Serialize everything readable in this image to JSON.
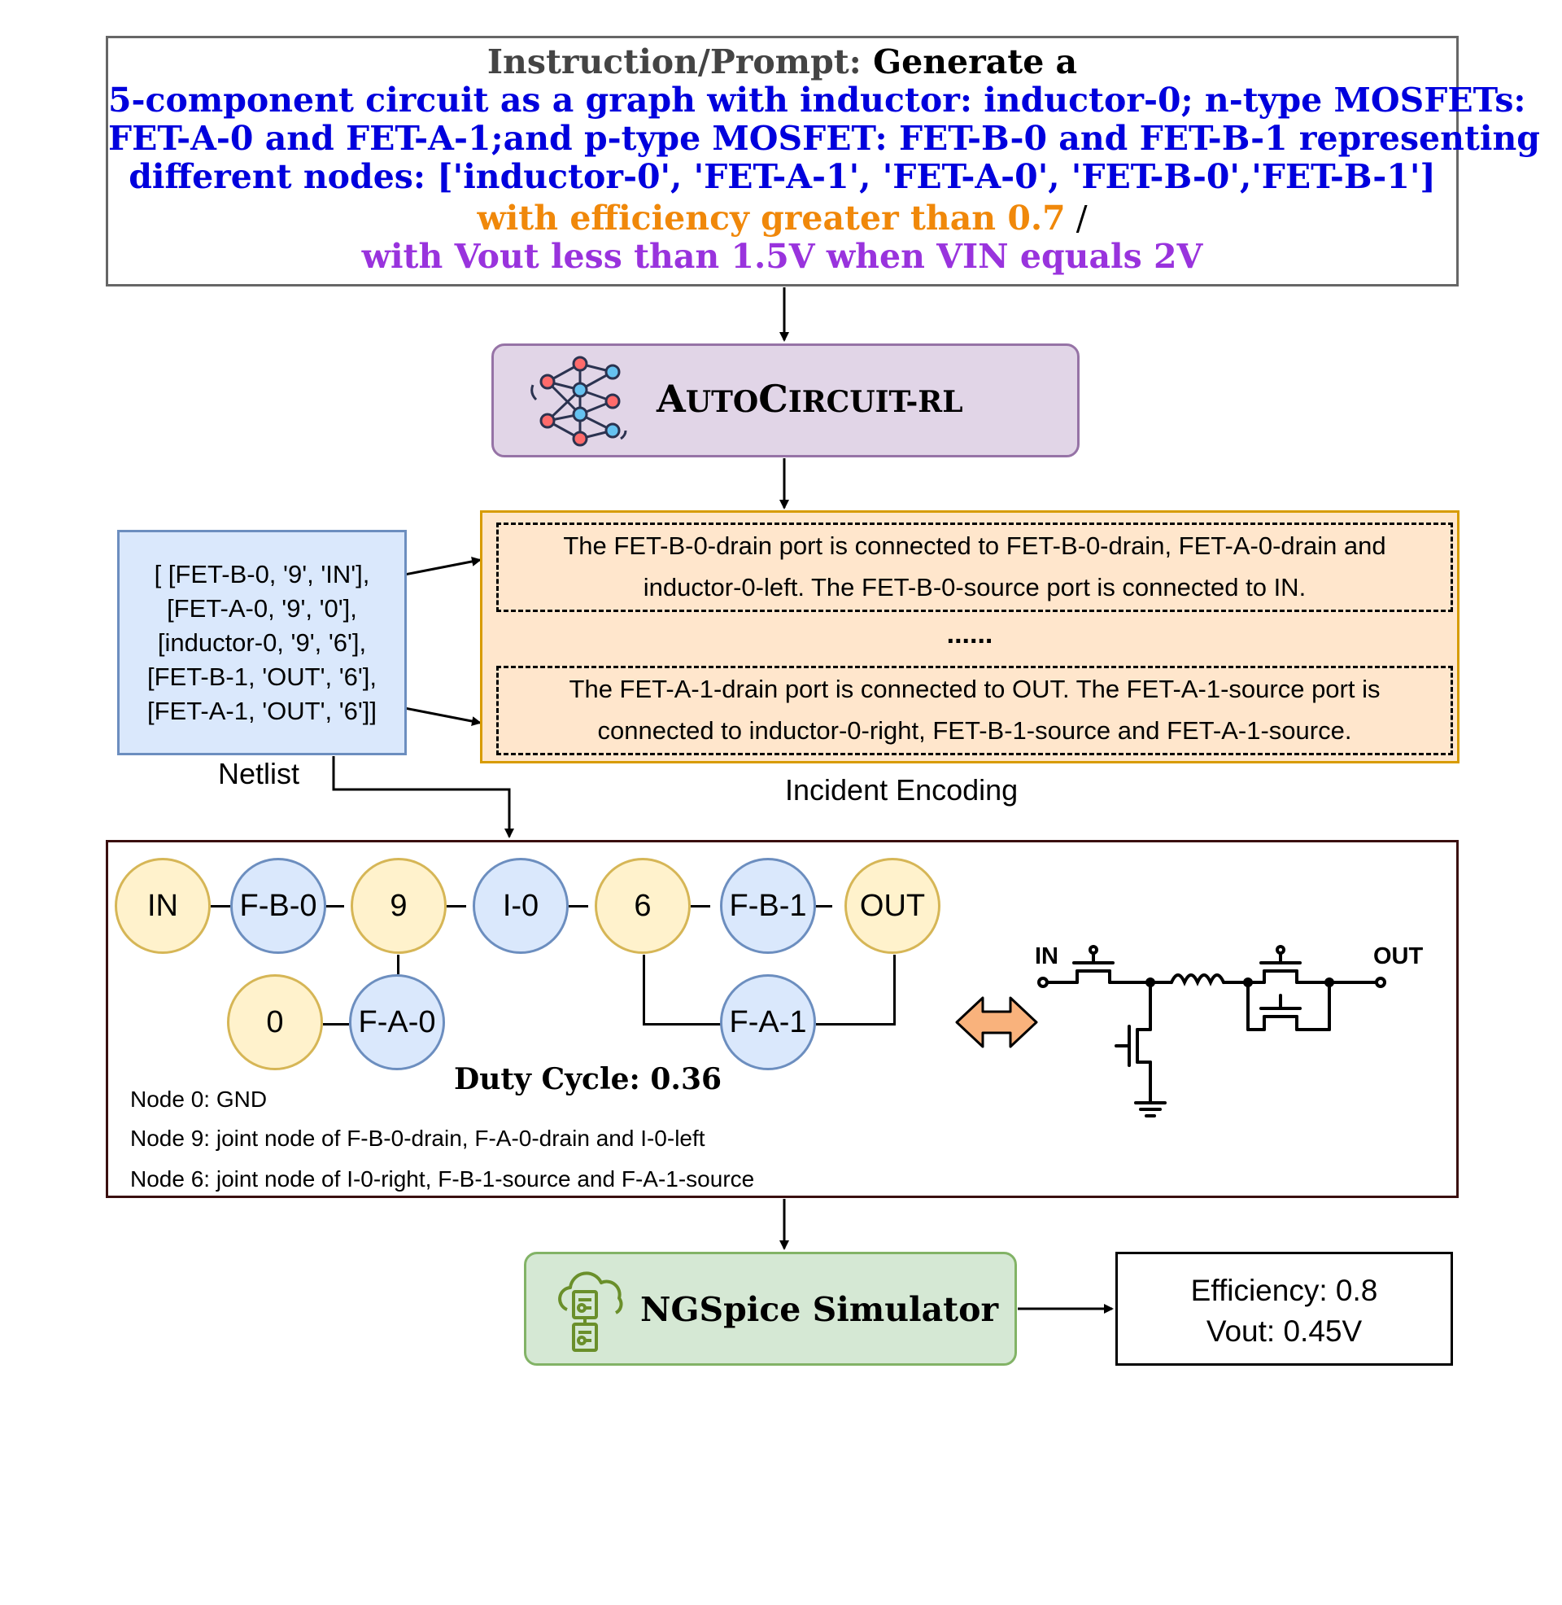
{
  "prompt": {
    "line1_label": "Instruction/Prompt:",
    "line1_rest": "Generate a",
    "line2": "5-component circuit as a graph with inductor: inductor-0; n-type MOSFETs:",
    "line3": "FET-A-0 and FET-A-1;and p-type MOSFET: FET-B-0 and FET-B-1 representing",
    "line4": "different nodes: ['inductor-0', 'FET-A-1', 'FET-A-0', 'FET-B-0','FET-B-1']",
    "line5_condition": "with efficiency greater than 0.7",
    "line5_sep": " /",
    "line6_condition": "with Vout less than 1.5V when VIN equals 2V"
  },
  "model": {
    "title_a": "A",
    "title_b": "UTO",
    "title_c": "C",
    "title_d": "IRCUIT-RL",
    "icon": "neural-network-icon"
  },
  "netlist": {
    "lines": [
      "[ [FET-B-0, '9', 'IN'],",
      "[FET-A-0, '9', '0'],",
      "[inductor-0, '9', '6'],",
      "[FET-B-1, 'OUT', '6'],",
      "[FET-A-1, 'OUT', '6']]"
    ],
    "caption": "Netlist"
  },
  "encoding": {
    "block1_line1": "The FET-B-0-drain port is connected to FET-B-0-drain, FET-A-0-drain and",
    "block1_line2": "inductor-0-left. The FET-B-0-source port is connected to IN.",
    "ellipsis": "......",
    "block2_line1": "The FET-A-1-drain port is connected to OUT. The FET-A-1-source port is",
    "block2_line2": "connected to inductor-0-right, FET-B-1-source and FET-A-1-source.",
    "caption": "Incident Encoding"
  },
  "graph": {
    "nodes": {
      "in": "IN",
      "fb0": "F-B-0",
      "n9": "9",
      "i0": "I-0",
      "n6": "6",
      "fb1": "F-B-1",
      "out": "OUT",
      "n0": "0",
      "fa0": "F-A-0",
      "fa1": "F-A-1"
    },
    "duty_cycle": "Duty Cycle: 0.36",
    "legend": [
      "Node 0: GND",
      "Node 9: joint node of F-B-0-drain, F-A-0-drain and I-0-left",
      "Node 6: joint node of I-0-right, F-B-1-source and F-A-1-source"
    ],
    "schematic_in": "IN",
    "schematic_out": "OUT"
  },
  "simulator": {
    "title": "NGSpice Simulator",
    "icon": "cloud-circuit-icon"
  },
  "result": {
    "efficiency": "Efficiency: 0.8",
    "vout": "Vout: 0.45V"
  },
  "colors": {
    "prompt_blue": "#0000dd",
    "prompt_orange": "#f0880a",
    "prompt_purple": "#9933dd",
    "model_fill": "#e1d5e7",
    "netlist_fill": "#dae8fc",
    "encoding_fill": "#ffe6cc",
    "simulator_fill": "#d5e8d4",
    "node_yellow": "#fff2cc",
    "node_blue": "#dae8fc"
  }
}
